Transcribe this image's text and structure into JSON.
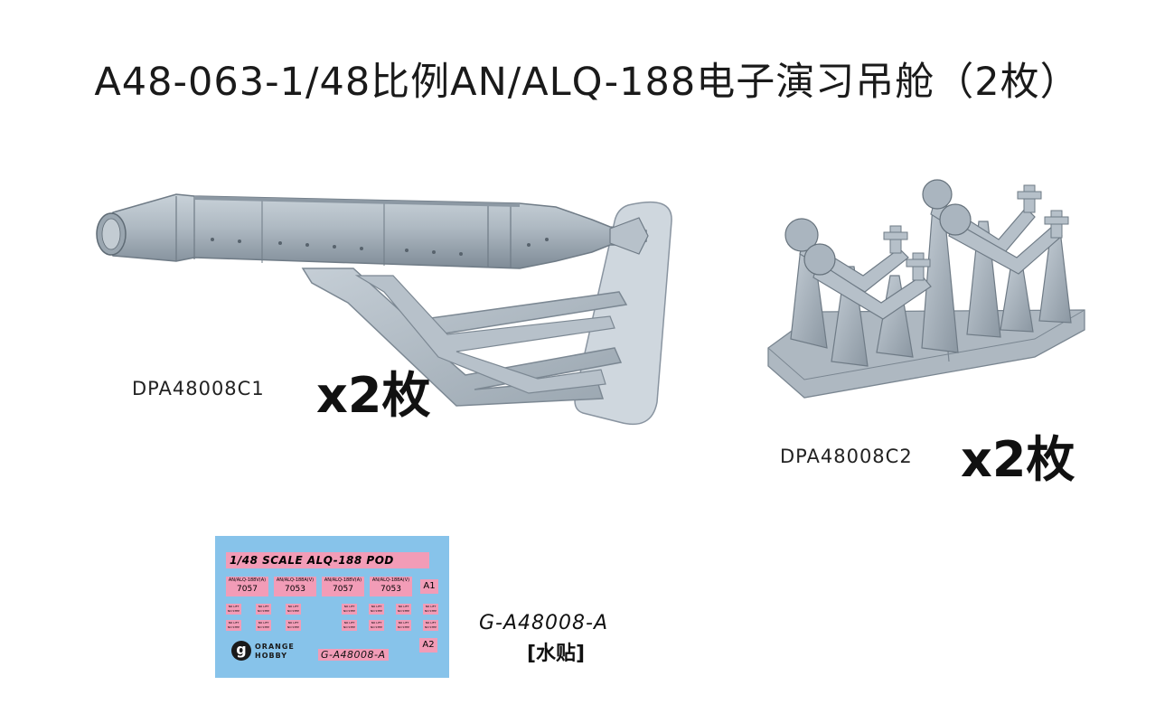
{
  "title": "A48-063-1/48比例AN/ALQ-188电子演习吊舱（2枚）",
  "parts": [
    {
      "code": "DPA48008C1",
      "qty": "x2枚"
    },
    {
      "code": "DPA48008C2",
      "qty": "x2枚"
    }
  ],
  "decal": {
    "code": "G-A48008-A",
    "tag": "[水贴]",
    "sheet": {
      "title": "1/48 SCALE ALQ-188  POD",
      "stencils": [
        {
          "top": "AN/ALQ-188V(A)",
          "num": "7057"
        },
        {
          "top": "AN/ALQ-188A(V)",
          "num": "7053"
        },
        {
          "top": "AN/ALQ-188V(A)",
          "num": "7057"
        },
        {
          "top": "AN/ALQ-188A(V)",
          "num": "7053"
        }
      ],
      "nostep": "NO LIFT NO STEP",
      "marks": [
        "A1",
        "A2"
      ],
      "logo": [
        "ORANGE",
        "HOBBY"
      ],
      "logo_letter": "g",
      "code": "G-A48008-A"
    }
  },
  "colors": {
    "model": "#a9b5bf",
    "sheet": "#87c3ea",
    "decal_pink": "#f29cb7"
  }
}
